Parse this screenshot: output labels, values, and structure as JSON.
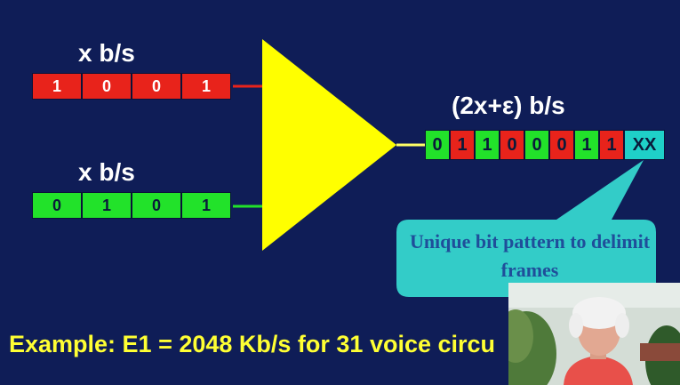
{
  "inputs": [
    {
      "rate_label": "x b/s",
      "bits": [
        "1",
        "0",
        "0",
        "1"
      ],
      "color": "#e8231b"
    },
    {
      "rate_label": "x b/s",
      "bits": [
        "0",
        "1",
        "0",
        "1"
      ],
      "color": "#22e22a"
    }
  ],
  "output": {
    "rate_label": "(2x+ε) b/s",
    "bits": [
      "0",
      "1",
      "1",
      "0",
      "0",
      "0",
      "1",
      "1"
    ],
    "bit_colors": [
      "#22e22a",
      "#e8231b",
      "#22e22a",
      "#e8231b",
      "#22e22a",
      "#e8231b",
      "#22e22a",
      "#e8231b"
    ],
    "framing": "XX",
    "framing_color": "#1fd0c8"
  },
  "callout": {
    "text": "Unique bit pattern to delimit frames",
    "color": "#33ccc8"
  },
  "example": "Example: E1 = 2048 Kb/s for 31 voice circu",
  "colors": {
    "background": "#0f1d57",
    "mux": "#ffff00"
  }
}
